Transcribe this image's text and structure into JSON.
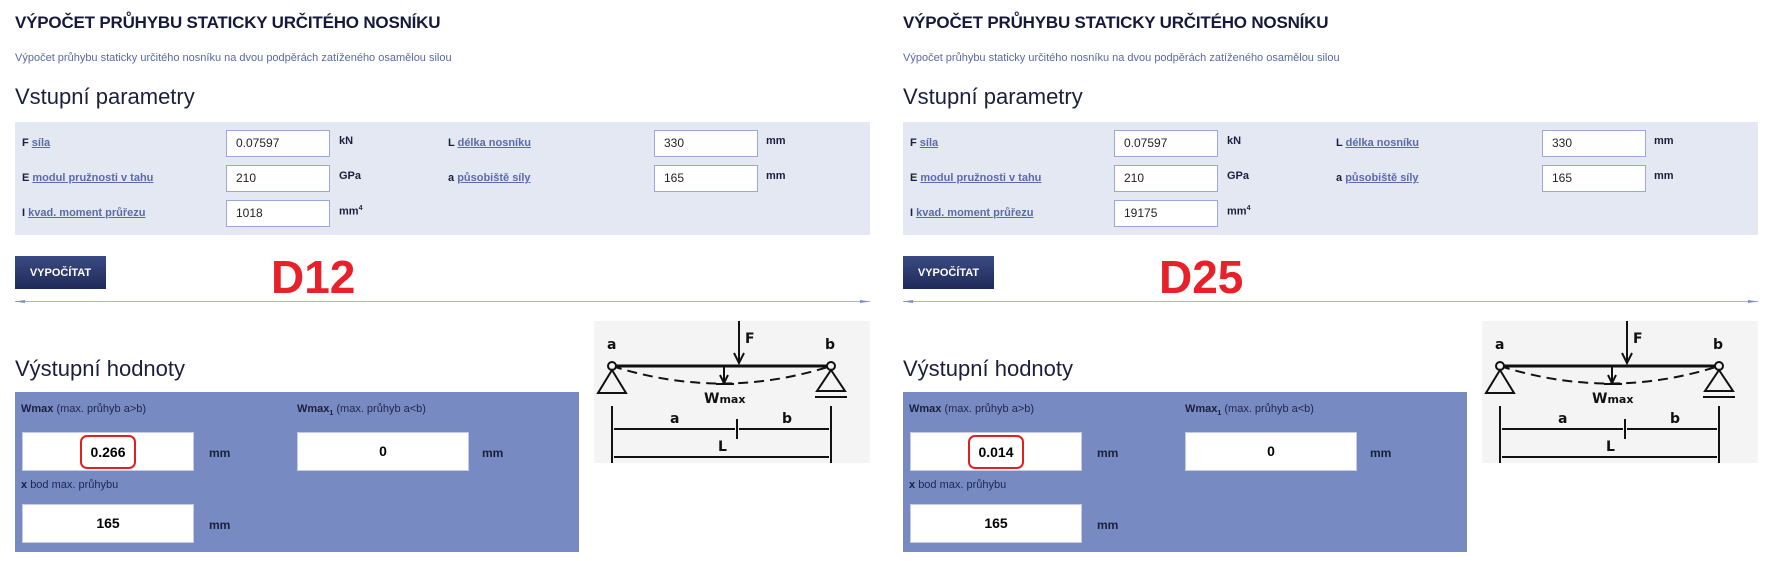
{
  "panels": [
    {
      "title": "VÝPOČET PRŮHYBU STATICKY URČITÉHO NOSNÍKU",
      "subtitle": "Výpočet průhybu staticky určitého nosníku na dvou podpěrách zatíženého osamělou silou",
      "inputs_heading": "Vstupní parametry",
      "inputs": {
        "F": {
          "symbol": "F",
          "link": "síla",
          "value": "0.07597",
          "unit": "kN"
        },
        "E": {
          "symbol": "E",
          "link": "modul pružnosti v tahu",
          "value": "210",
          "unit": "GPa"
        },
        "I": {
          "symbol": "I",
          "link": "kvad. moment průřezu",
          "value": "1018",
          "unit": "mm",
          "unit_sup": "4"
        },
        "L": {
          "symbol": "L",
          "link": "délka nosníku",
          "value": "330",
          "unit": "mm"
        },
        "a": {
          "symbol": "a",
          "link": "působiště síly",
          "value": "165",
          "unit": "mm"
        }
      },
      "calc_button": "VYPOČÍTAT",
      "annotation": "D12",
      "outputs_heading": "Výstupní hodnoty",
      "outputs": {
        "wmax": {
          "symbol": "Wmax",
          "desc": "(max. průhyb a>b)",
          "value": "0.266",
          "unit": "mm"
        },
        "wmax1": {
          "symbol": "Wmax",
          "sub": "1",
          "desc": "(max. průhyb a<b)",
          "value": "0",
          "unit": "mm"
        },
        "x": {
          "symbol": "x",
          "desc": "bod max. průhybu",
          "value": "165",
          "unit": "mm"
        }
      },
      "diagram": {
        "a": "a",
        "b": "b",
        "F": "F",
        "W": "W",
        "max": "max",
        "L": "L"
      }
    },
    {
      "title": "VÝPOČET PRŮHYBU STATICKY URČITÉHO NOSNÍKU",
      "subtitle": "Výpočet průhybu staticky určitého nosníku na dvou podpěrách zatíženého osamělou silou",
      "inputs_heading": "Vstupní parametry",
      "inputs": {
        "F": {
          "symbol": "F",
          "link": "síla",
          "value": "0.07597",
          "unit": "kN"
        },
        "E": {
          "symbol": "E",
          "link": "modul pružnosti v tahu",
          "value": "210",
          "unit": "GPa"
        },
        "I": {
          "symbol": "I",
          "link": "kvad. moment průřezu",
          "value": "19175",
          "unit": "mm",
          "unit_sup": "4"
        },
        "L": {
          "symbol": "L",
          "link": "délka nosníku",
          "value": "330",
          "unit": "mm"
        },
        "a": {
          "symbol": "a",
          "link": "působiště síly",
          "value": "165",
          "unit": "mm"
        }
      },
      "calc_button": "VYPOČÍTAT",
      "annotation": "D25",
      "outputs_heading": "Výstupní hodnoty",
      "outputs": {
        "wmax": {
          "symbol": "Wmax",
          "desc": "(max. průhyb a>b)",
          "value": "0.014",
          "unit": "mm"
        },
        "wmax1": {
          "symbol": "Wmax",
          "sub": "1",
          "desc": "(max. průhyb a<b)",
          "value": "0",
          "unit": "mm"
        },
        "x": {
          "symbol": "x",
          "desc": "bod max. průhybu",
          "value": "165",
          "unit": "mm"
        }
      },
      "diagram": {
        "a": "a",
        "b": "b",
        "F": "F",
        "W": "W",
        "max": "max",
        "L": "L"
      }
    }
  ],
  "colors": {
    "accent": "#1e2a58",
    "output_bg": "#778bc2",
    "input_bg": "#e4e8f2",
    "highlight": "#e02020",
    "annotation": "#e8202a"
  }
}
